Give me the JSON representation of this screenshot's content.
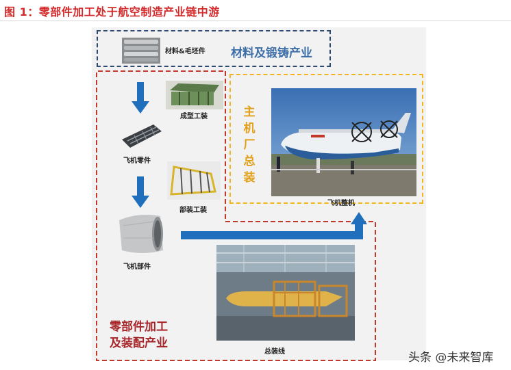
{
  "figure_title": "图 1：零部件加工处于航空制造产业链中游",
  "materials": {
    "item_label": "材料&毛坯件",
    "section_label": "材料及锻铸产业"
  },
  "assembly": {
    "vertical_label": "主机厂总装",
    "aircraft_label": "飞机整机"
  },
  "parts": {
    "tooling_label": "成型工装",
    "part_label": "飞机零件",
    "assembly_tooling_label": "部装工装",
    "component_label": "飞机部件",
    "line_label": "总装线",
    "section_label_line1": "零部件加工",
    "section_label_line2": "及装配产业"
  },
  "watermark": "头条 @未来智库",
  "colors": {
    "title": "#d32b2b",
    "materials_border": "#2e4a73",
    "parts_border": "#c0392b",
    "assembly_border": "#f2b51e",
    "arrow": "#1f6fbd"
  }
}
